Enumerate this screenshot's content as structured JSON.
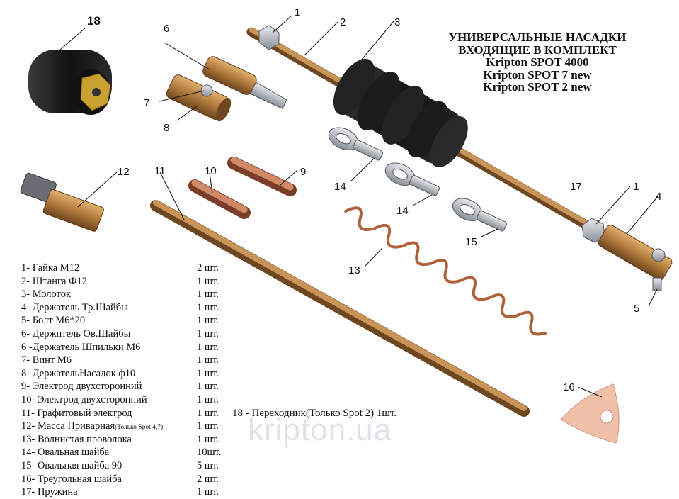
{
  "title": {
    "line1": "УНИВЕРСАЛЬНЫЕ НАСАДКИ",
    "line2": "ВХОДЯЩИЕ В КОМПЛЕКТ",
    "line3": "Kripton SPOT 4000",
    "line4": "Kripton SPOT 7 new",
    "line5": "Kripton SPOT 2 new"
  },
  "labels": {
    "n1a": "1",
    "n2": "2",
    "n3": "3",
    "n4": "4",
    "n5": "5",
    "n6": "6",
    "n7": "7",
    "n8": "8",
    "n9": "9",
    "n10": "10",
    "n11": "11",
    "n12": "12",
    "n13": "13",
    "n14a": "14",
    "n14b": "14",
    "n15": "15",
    "n16": "16",
    "n17": "17",
    "n18": "18",
    "n1b": "1"
  },
  "parts": [
    {
      "name": "1- Гайка М12",
      "qty": "2 шт."
    },
    {
      "name": "2- Штанга Ф12",
      "qty": "1 шт."
    },
    {
      "name": "3- Молоток",
      "qty": "1 шт."
    },
    {
      "name": "4- Держатель Тр.Шайбы",
      "qty": "1 шт."
    },
    {
      "name": "5- Болт М6*20",
      "qty": "1 шт."
    },
    {
      "name": "6- Держптель Ов.Шайбы",
      "qty": "1 шт."
    },
    {
      "name": "6 -Держатель Шпильки М6",
      "qty": "1 шт."
    },
    {
      "name": "7- Винт М6",
      "qty": "1 шт."
    },
    {
      "name": "8- ДержательНасадок ф10",
      "qty": "1 шт."
    },
    {
      "name": "9- Электрод двухсторонний",
      "qty": "1 шт."
    },
    {
      "name": "10- Электрод двухсторонний",
      "qty": "1 шт."
    },
    {
      "name": "11- Графитовый электрод",
      "qty": "1 шт."
    },
    {
      "name": "12- Масса Приварная",
      "note": "(Только Spot 4,7)",
      "qty": "1 шт."
    },
    {
      "name": "13- Волнистая проволока",
      "qty": "1 шт."
    },
    {
      "name": "14- Овальная шайба",
      "qty": "10шт."
    },
    {
      "name": "15- Овальная шайба 90",
      "qty": "5 шт."
    },
    {
      "name": "16- Треугольная шайба",
      "qty": "2 шт."
    },
    {
      "name": "17- Пружина",
      "qty": "1 шт."
    }
  ],
  "adapter_note": "18 - Переходник(Только Spot 2) 1шт.",
  "watermark": "kripton.ua",
  "colors": {
    "brass": "#b07a3c",
    "copper": "#c07850",
    "rubber": "#1a1a1a",
    "steel": "#9aa0a8"
  }
}
